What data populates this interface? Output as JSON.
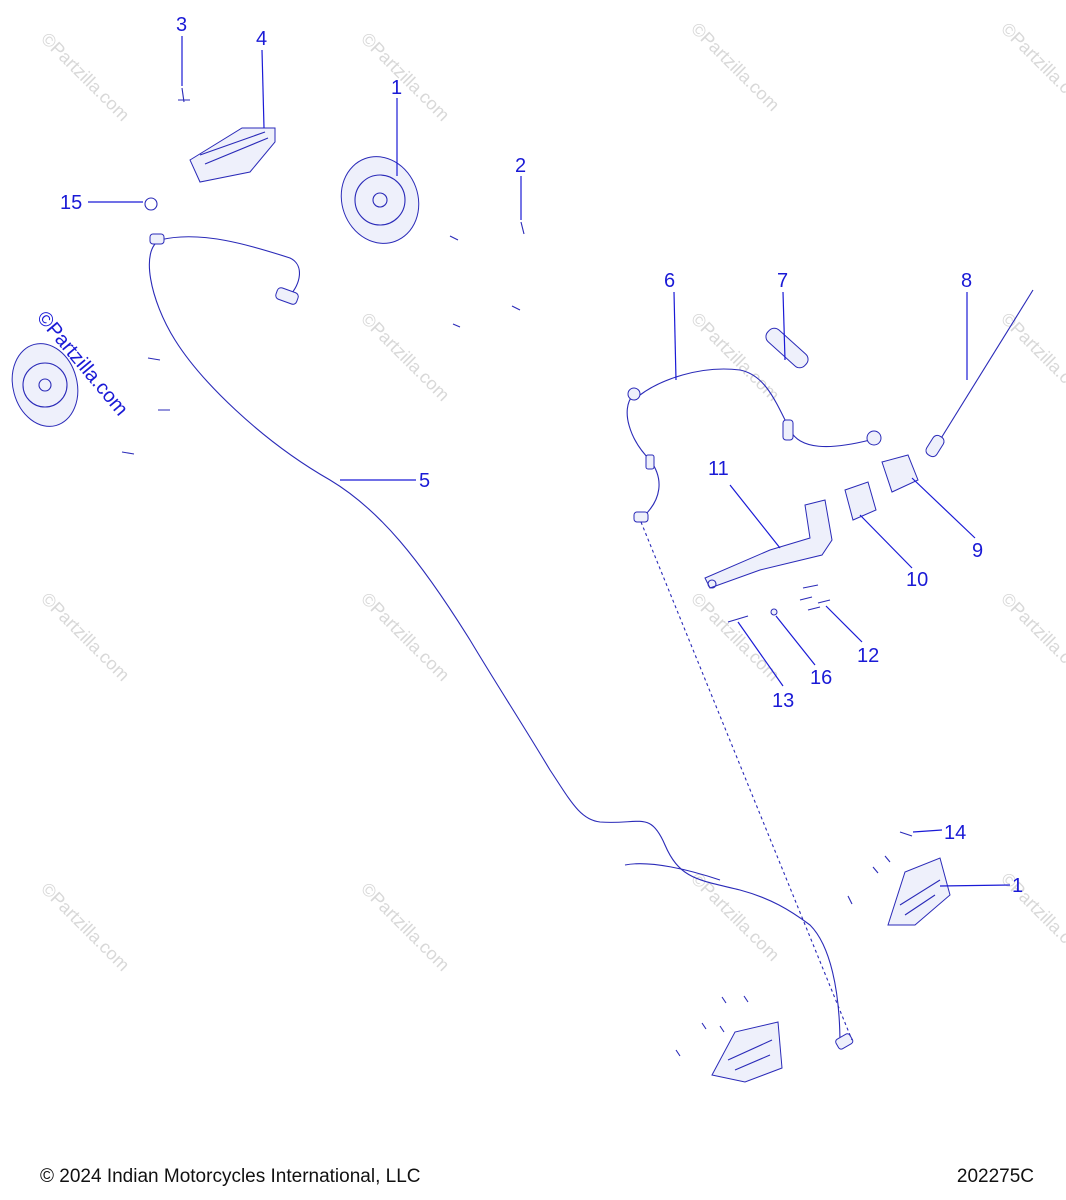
{
  "footer": {
    "copyright": "© 2024 Indian Motorcycles International, LLC",
    "diagram_id": "202275C"
  },
  "watermark": "©Partzilla.com",
  "callouts": [
    "1",
    "2",
    "3",
    "4",
    "15",
    "5",
    "6",
    "7",
    "8",
    "11",
    "9",
    "10",
    "12",
    "16",
    "13",
    "14",
    "1"
  ],
  "colors": {
    "callout": "#1a1ad6",
    "part_line": "#2a2ab8"
  }
}
